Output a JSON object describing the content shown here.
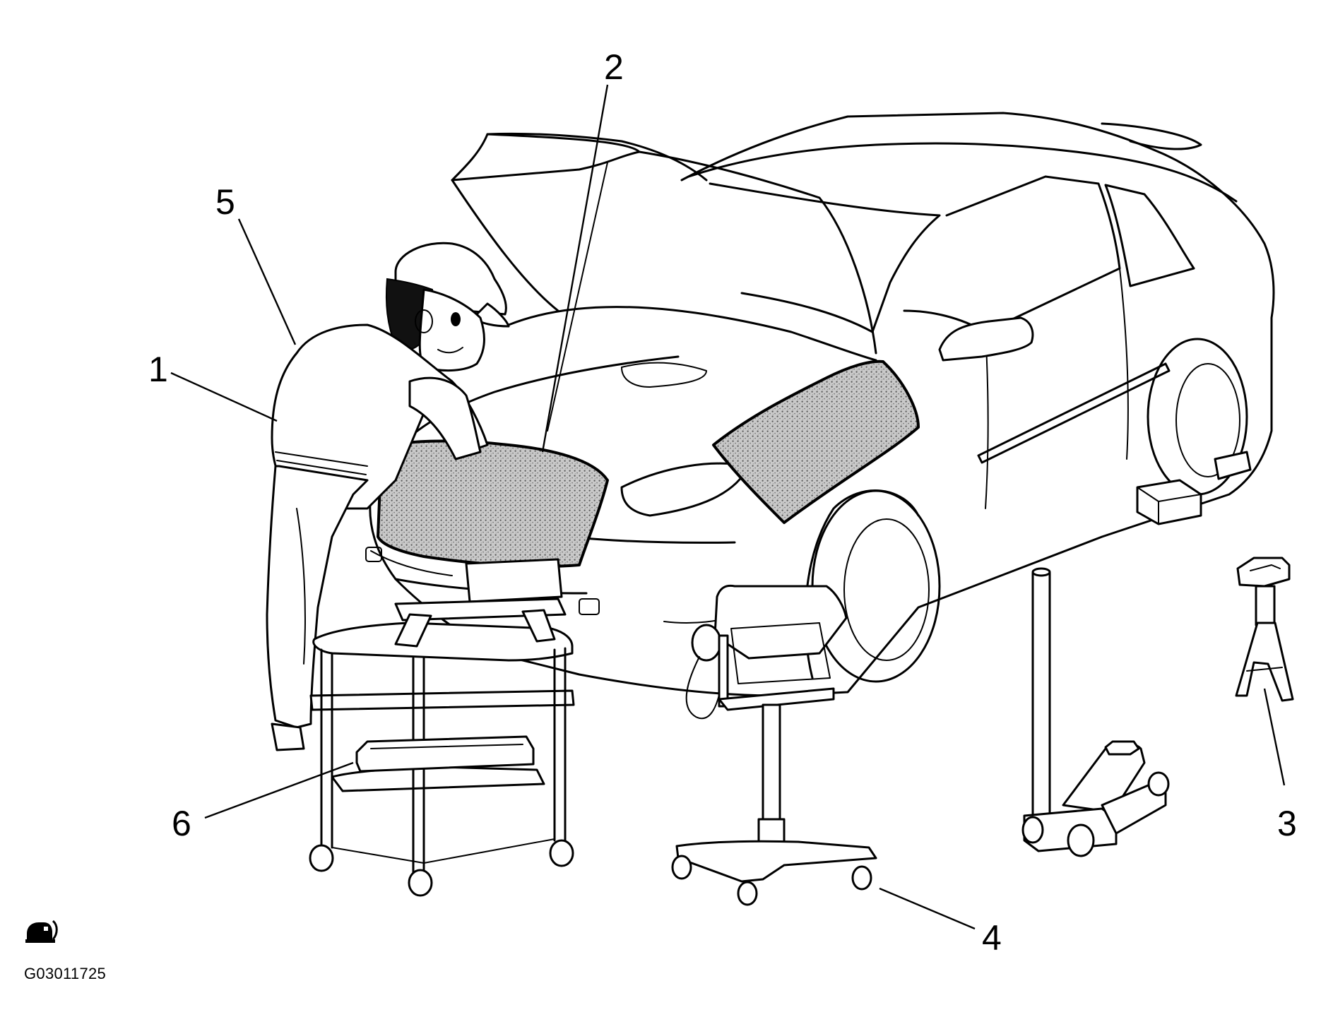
{
  "callouts": {
    "c1": "1",
    "c2": "2",
    "c3": "3",
    "c4": "4",
    "c5": "5",
    "c6": "6"
  },
  "figure_code": "G03011725",
  "icons": {
    "corner_mark": "fender-cover-symbol-icon"
  }
}
